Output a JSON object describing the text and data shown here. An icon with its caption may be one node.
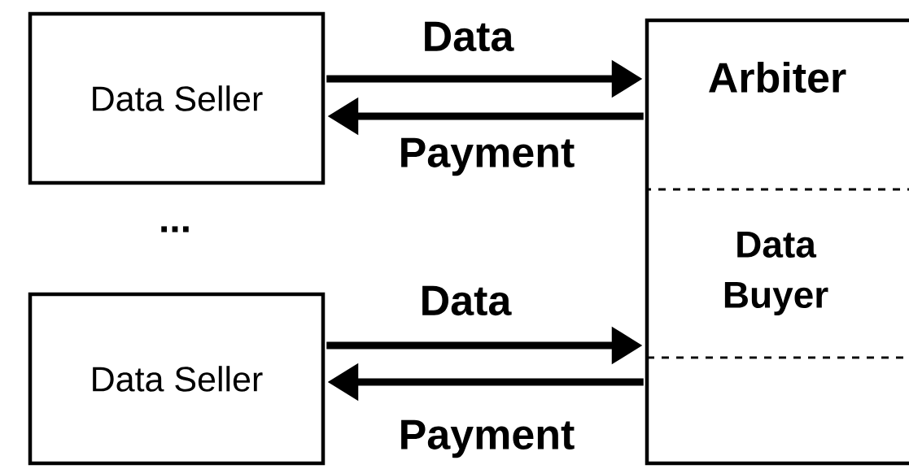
{
  "diagram": {
    "nodes": [
      {
        "text": [
          "Data Seller"
        ]
      },
      {
        "text": [
          "Data Seller"
        ]
      },
      {
        "text": [
          "Arbiter"
        ]
      },
      {
        "text": [
          "Data Buyer"
        ],
        "in": 2
      }
    ],
    "edges": [
      {
        "from": 0,
        "to": 2,
        "arrow": "to",
        "label": "Data"
      },
      {
        "from": 2,
        "to": 0,
        "arrow": "to",
        "label": "Payment"
      },
      {
        "from": 1,
        "to": 2,
        "arrow": "to",
        "label": "Data"
      },
      {
        "from": 2,
        "to": 1,
        "arrow": "to",
        "label": "Payment"
      }
    ],
    "labels": [
      "..."
    ]
  }
}
